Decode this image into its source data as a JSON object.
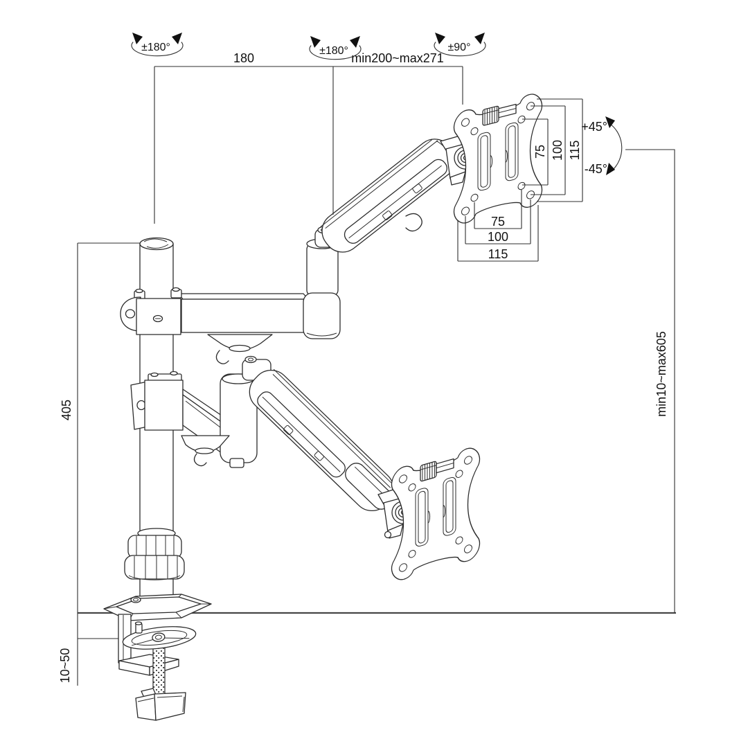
{
  "diagram": {
    "type": "technical-drawing",
    "subject": "dual-tier gas-spring monitor desk mount arm with dimensions",
    "background": "#ffffff",
    "line_color": "#2b2b2b",
    "labels": {
      "pole_rotation": "±180°",
      "elbow_rotation": "±180°",
      "head_rotation": "±90°",
      "arm1_length": "180",
      "arm2_reach": "min200~max271",
      "tilt_up": "+45°",
      "tilt_down": "-45°",
      "vesa_vertical_75": "75",
      "vesa_vertical_100": "100",
      "vesa_vertical_115": "115",
      "vesa_horizontal_75": "75",
      "vesa_horizontal_100": "100",
      "vesa_horizontal_115": "115",
      "pole_height": "405",
      "height_range": "min10~max605",
      "clamp_range": "10~50"
    }
  }
}
